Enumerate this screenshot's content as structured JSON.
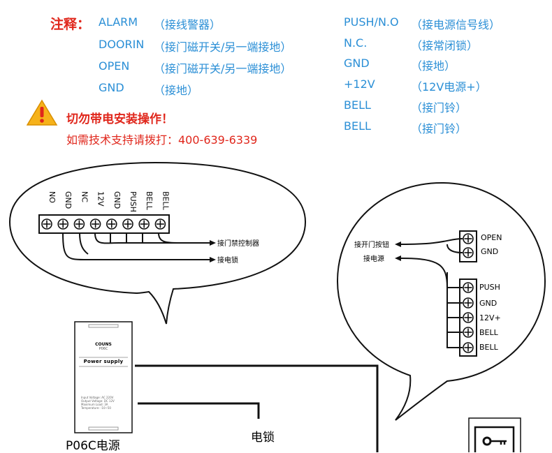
{
  "legend": {
    "title": "注释：",
    "left_items": [
      {
        "term": "ALARM",
        "desc": "（接线警器）"
      },
      {
        "term": "DOORIN",
        "desc": "（接门磁开关/另一端接地）"
      },
      {
        "term": "OPEN",
        "desc": "（接门磁开关/另一端接地）"
      },
      {
        "term": "GND",
        "desc": "（接地）"
      }
    ],
    "right_items": [
      {
        "term": "PUSH/N.O",
        "desc": "（接电源信号线）"
      },
      {
        "term": "N.C.",
        "desc": "（接常闭锁）"
      },
      {
        "term": "GND",
        "desc": "（接地）"
      },
      {
        "term": "+12V",
        "desc": "（12V电源+）"
      },
      {
        "term": "BELL",
        "desc": "（接门铃）"
      },
      {
        "term": "BELL",
        "desc": "（接门铃）"
      }
    ]
  },
  "warning": {
    "icon": "warning-triangle-icon",
    "line1": "切勿带电安装操作！",
    "line2": "如需技术支持请拨打：400-639-6339"
  },
  "left_bubble": {
    "terminals": [
      "NO",
      "GND",
      "NC",
      "12V",
      "GND",
      "PUSH",
      "BELL",
      "BELL"
    ],
    "label_controller": "接门禁控制器",
    "label_lock": "接电锁"
  },
  "right_bubble": {
    "top_terminals": [
      "OPEN",
      "GND"
    ],
    "bottom_terminals": [
      "PUSH",
      "GND",
      "12V+",
      "BELL",
      "BELL"
    ],
    "label_button": "接开门按钮",
    "label_power": "接电源"
  },
  "power_supply": {
    "brand": "COUNS",
    "model_small": "P06C",
    "title": "Power supply",
    "spec_lines": [
      "Input Voltage: AC 220V",
      "Output Voltage: DC 12V",
      "Maximum Load: 3A",
      "Temperature: -10~50"
    ],
    "caption": "P06C电源"
  },
  "lock_label": "电锁",
  "colors": {
    "blue": "#2b8fd6",
    "red": "#e0271c",
    "line": "#111111"
  }
}
